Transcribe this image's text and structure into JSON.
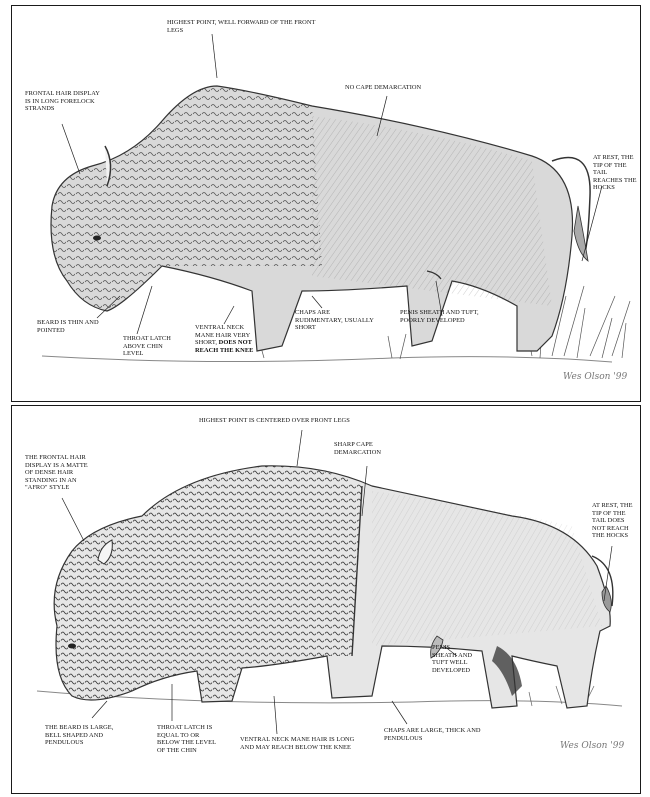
{
  "top_panel": {
    "labels": {
      "highest_point": "HIGHEST POINT, WELL FORWARD OF THE FRONT LEGS",
      "frontal_hair": "FRONTAL HAIR DISPLAY IS IN LONG FORELOCK STRANDS",
      "no_cape": "NO CAPE DEMARCATION",
      "tail": "AT REST, THE TIP OF THE TAIL REACHES THE HOCKS",
      "beard": "BEARD IS THIN AND POINTED",
      "throat": "THROAT LATCH ABOVE CHIN LEVEL",
      "ventral_a": "VENTRAL NECK MANE HAIR VERY SHORT,",
      "ventral_b": "DOES NOT REACH THE KNEE",
      "chaps": "CHAPS ARE RUDIMENTARY, USUALLY SHORT",
      "penis": "PENIS SHEATH AND TUFT, POORLY DEVELOPED"
    },
    "signature": "Wes Olson '99"
  },
  "bottom_panel": {
    "labels": {
      "highest_point": "HIGHEST POINT IS CENTERED OVER FRONT LEGS",
      "frontal_hair": "THE FRONTAL HAIR DISPLAY IS A MATTE OF DENSE HAIR STANDING IN AN \"AFRO\" STYLE",
      "sharp_cape": "SHARP CAPE DEMARCATION",
      "tail": "AT REST, THE TIP OF THE TAIL DOES NOT REACH THE HOCKS",
      "penis": "PENIS SHEATH AND TUFT WELL DEVELOPED",
      "beard": "THE BEARD IS LARGE, BELL SHAPED AND PENDULOUS",
      "throat": "THROAT LATCH IS EQUAL TO OR BELOW THE LEVEL OF THE CHIN",
      "ventral": "VENTRAL NECK MANE HAIR IS LONG AND MAY REACH BELOW THE KNEE",
      "chaps": "CHAPS ARE LARGE, THICK AND PENDULOUS"
    },
    "signature": "Wes Olson '99"
  }
}
